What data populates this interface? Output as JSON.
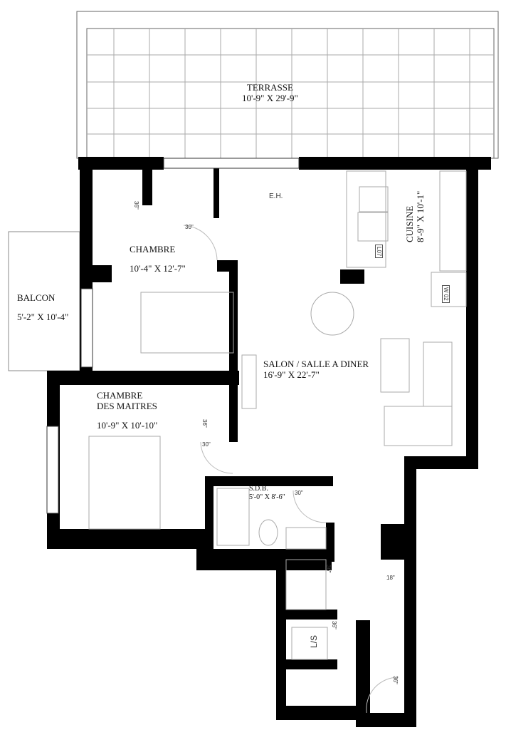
{
  "rooms": {
    "terrasse": {
      "name": "TERRASSE",
      "size": "10'-9\" X 29'-9\""
    },
    "balcon": {
      "name": "BALCON",
      "size": "5'-2\" X 10'-4\""
    },
    "chambre": {
      "name": "CHAMBRE",
      "size": "10'-4\" X 12'-7\""
    },
    "chambre_maitres": {
      "name": "CHAMBRE",
      "name2": "DES MAITRES",
      "size": "10'-9\" X 10'-10\""
    },
    "salon": {
      "name": "SALON / SALLE A DINER",
      "size": "16'-9\" X  22'-7\""
    },
    "cuisine": {
      "name": "CUISINE",
      "size": "8'-9\" X 10'-1\""
    },
    "sdb": {
      "name": "S.D.B.",
      "size": "5'-0\" X 8'-6\""
    }
  },
  "fixtures": {
    "eh": "E.H.",
    "dishwasher": "L07",
    "washer": "W 02",
    "laundry": "L/S"
  },
  "doors": {
    "d30a": "30\"",
    "d30b": "30\"",
    "d30c": "30\"",
    "d36a": "36\"",
    "d36b": "36\"",
    "d36c": "36\"",
    "d36d": "36\"",
    "d36e": "36\"",
    "d18": "18\""
  }
}
